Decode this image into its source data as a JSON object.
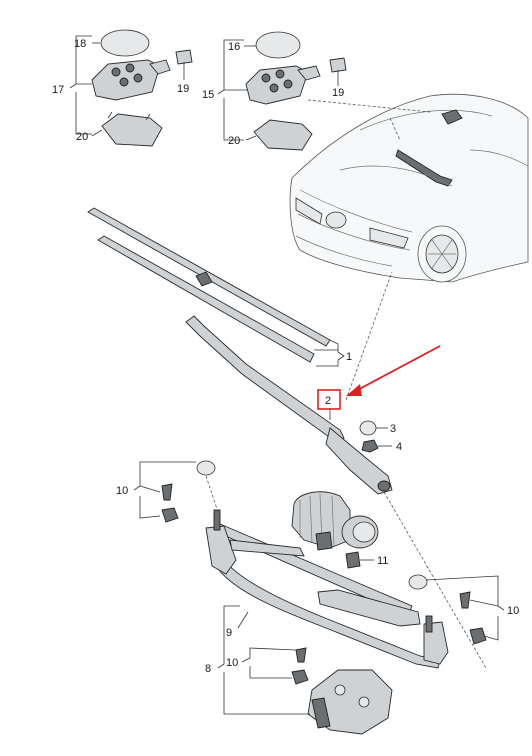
{
  "callouts": {
    "c1": "1",
    "c2": "2",
    "c3": "3",
    "c4": "4",
    "c8": "8",
    "c9": "9",
    "c10a": "10",
    "c10b": "10",
    "c10c": "10",
    "c11": "11",
    "c15": "15",
    "c16": "16",
    "c17": "17",
    "c18": "18",
    "c19a": "19",
    "c19b": "19",
    "c20a": "20",
    "c20b": "20"
  },
  "colors": {
    "highlight": "#e02020",
    "line": "#333333",
    "part": "#cfd2d4"
  }
}
